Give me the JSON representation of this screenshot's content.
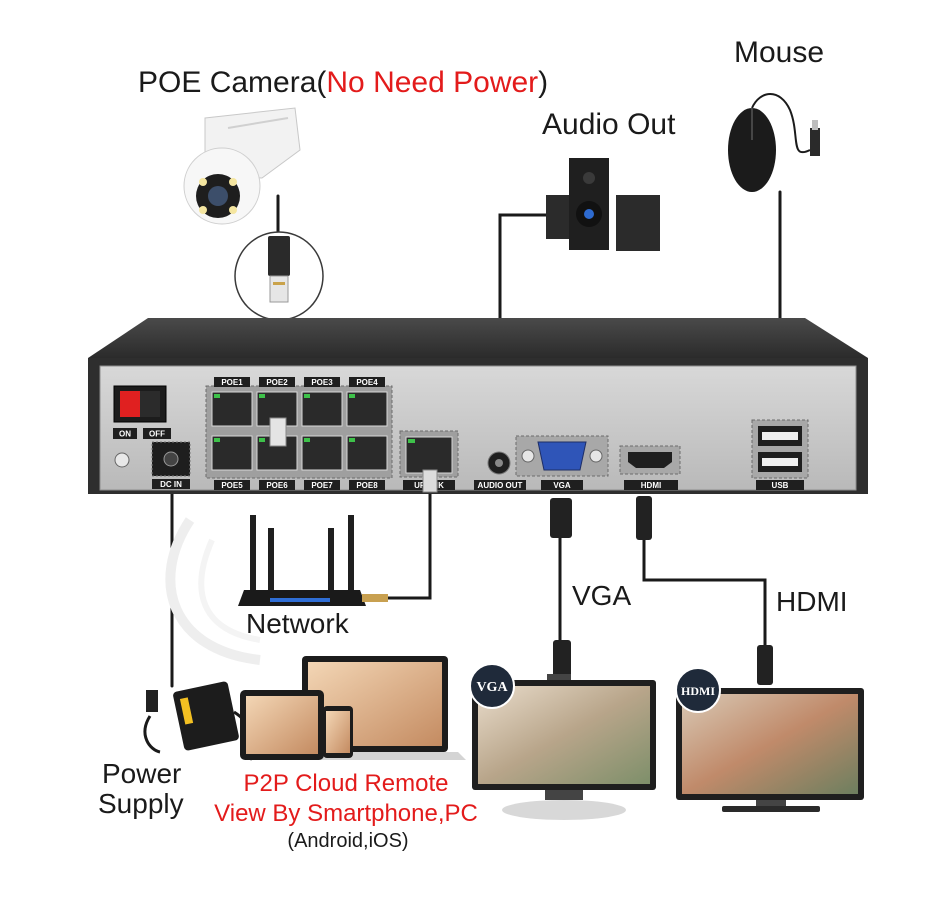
{
  "labels": {
    "poe_camera_prefix": "POE Camera(",
    "poe_camera_highlight": "No Need Power",
    "poe_camera_suffix": ")",
    "audio_out": "Audio Out",
    "mouse": "Mouse",
    "network": "Network",
    "vga": "VGA",
    "hdmi": "HDMI",
    "power_supply_line1": "Power",
    "power_supply_line2": "Supply",
    "p2p_line1": "P2P Cloud Remote",
    "p2p_line2": "View By Smartphone,PC",
    "p2p_line3": "(Android,iOS)"
  },
  "nvr_panel": {
    "switch_on": "ON",
    "switch_off": "OFF",
    "dc_in": "DC IN",
    "poe_ports_top": [
      "POE1",
      "POE2",
      "POE3",
      "POE4"
    ],
    "poe_ports_bottom": [
      "POE5",
      "POE6",
      "POE7",
      "POE8"
    ],
    "uplink": "UPLINK",
    "audio_out": "AUDIO OUT",
    "vga": "VGA",
    "hdmi": "HDMI",
    "usb": "USB"
  },
  "monitor_badges": {
    "vga": "VGA",
    "hdmi": "HDMI"
  },
  "colors": {
    "accent_red": "#e31b1b",
    "nvr_body": "#3a3a3a",
    "panel": "#c9c9c9",
    "cable": "#1a1a1a"
  }
}
